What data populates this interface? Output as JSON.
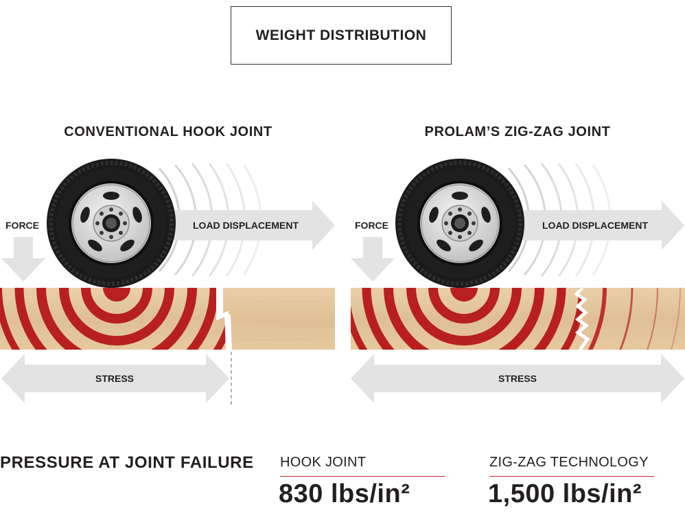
{
  "title": "WEIGHT DISTRIBUTION",
  "left_panel": {
    "heading": "CONVENTIONAL HOOK JOINT",
    "force_label": "FORCE",
    "load_label": "LOAD DISPLACEMENT",
    "stress_label": "STRESS"
  },
  "right_panel": {
    "heading": "PROLAM’S ZIG-ZAG JOINT",
    "force_label": "FORCE",
    "load_label": "LOAD DISPLACEMENT",
    "stress_label": "STRESS"
  },
  "pressure": {
    "title": "PRESSURE AT JOINT FAILURE",
    "hook": {
      "label": "HOOK JOINT",
      "value": "830 lbs/in²"
    },
    "zigzag": {
      "label": "ZIG-ZAG TECHNOLOGY",
      "value": "1,500 lbs/in²"
    }
  },
  "colors": {
    "stress_red": "#b8201f",
    "wood": "#e2c49b",
    "arrow_gray": "#e3e3e3",
    "tire": "#1c1c1c",
    "rim": "#d9d9d9",
    "accent_line": "#c8262b"
  },
  "icons": [
    "tire-icon",
    "force-arrow-icon",
    "load-arrow-icon",
    "stress-arrow-icon",
    "sound-wave-icon"
  ]
}
